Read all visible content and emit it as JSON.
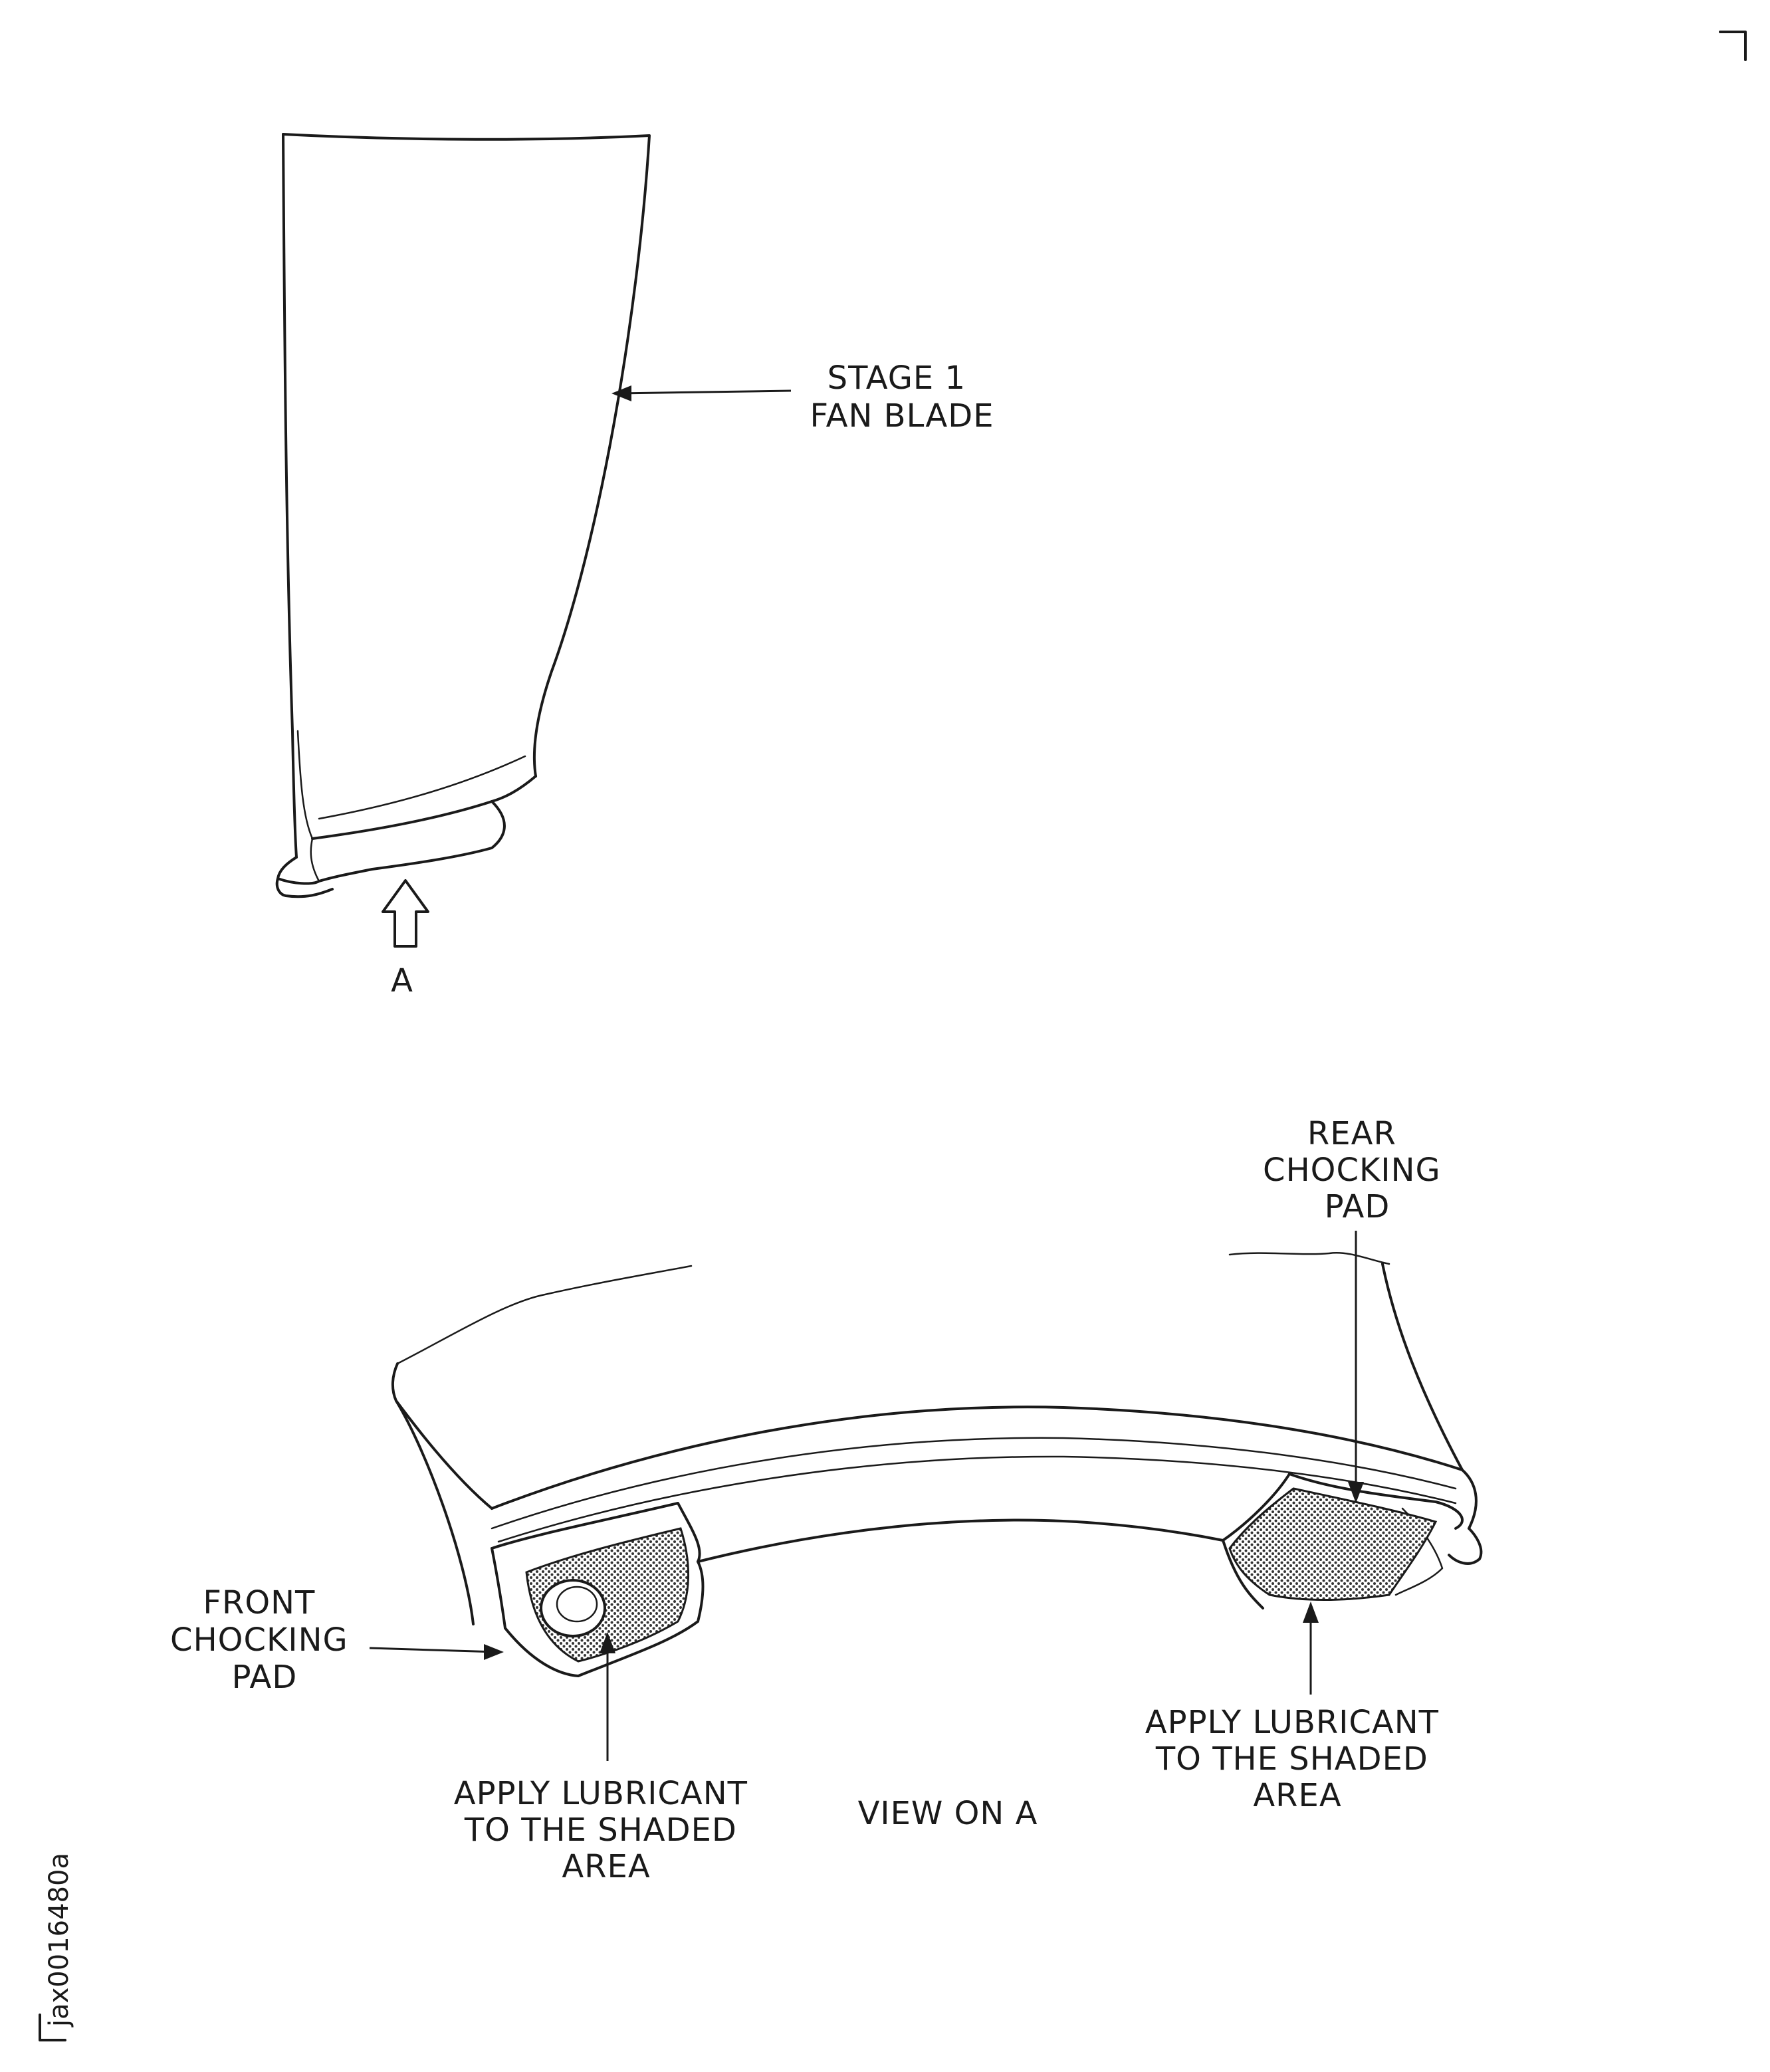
{
  "labels": {
    "stage1_fan_blade": [
      "STAGE 1",
      "FAN BLADE"
    ],
    "view_arrow": "A",
    "rear_chocking_pad": [
      "REAR",
      "CHOCKING",
      "PAD"
    ],
    "front_chocking_pad": [
      "FRONT",
      "CHOCKING",
      "PAD"
    ],
    "apply_lubricant_left": [
      "APPLY LUBRICANT",
      "TO THE SHADED",
      "AREA"
    ],
    "apply_lubricant_right": [
      "APPLY LUBRICANT",
      "TO THE SHADED",
      "AREA"
    ],
    "view_on_a": "VIEW ON A"
  },
  "figure_id": "jax0016480a",
  "colors": {
    "ink": "#1a1a1a",
    "shading": "#8a8a8a",
    "background": "#ffffff"
  }
}
